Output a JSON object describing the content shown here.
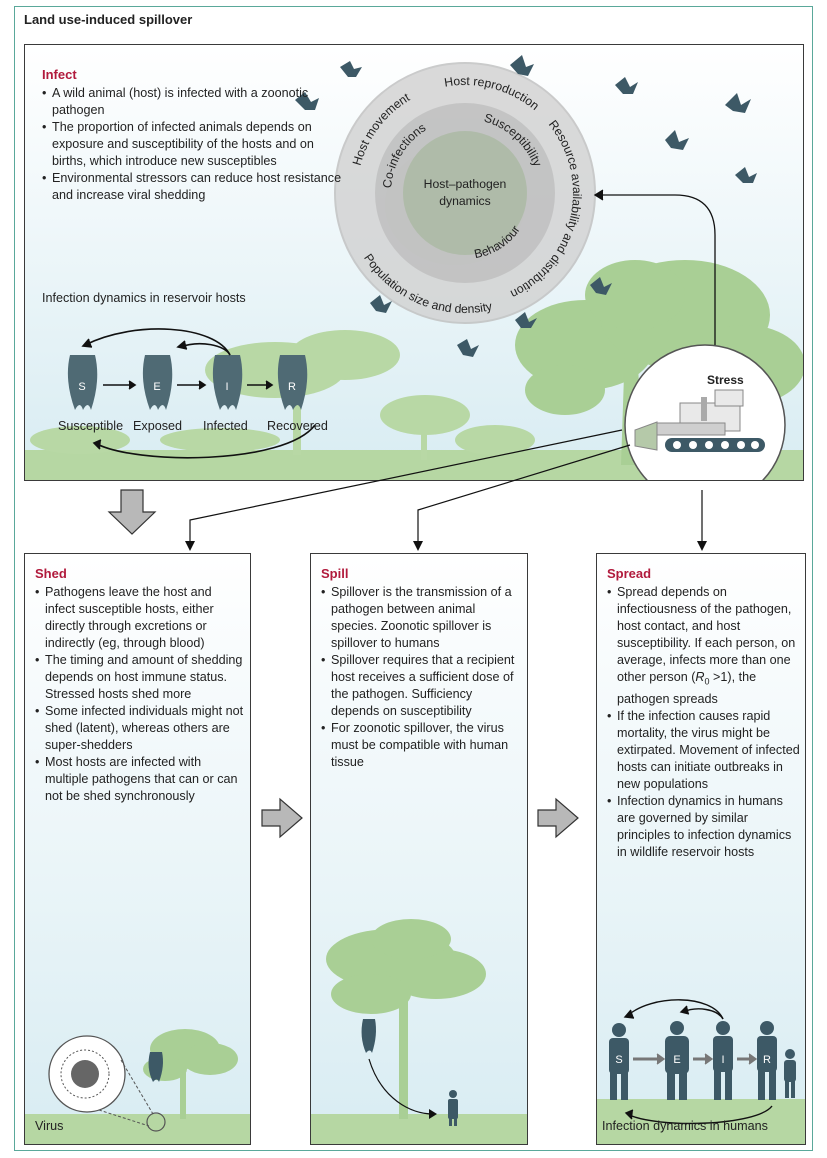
{
  "title": "Land use-induced spillover",
  "infect": {
    "title": "Infect",
    "bullets": [
      "A wild animal (host) is infected with a zoonotic pathogen",
      "The proportion of infected animals depends on exposure and susceptibility of the hosts and on births, which introduce new susceptibles",
      "Environmental stressors can reduce host resistance and increase viral shedding"
    ],
    "reservoir_title": "Infection dynamics in reservoir hosts",
    "seir_letters": [
      "S",
      "E",
      "I",
      "R"
    ],
    "seir_labels": [
      "Susceptible",
      "Exposed",
      "Infected",
      "Recovered"
    ]
  },
  "circle": {
    "outer_top": "Host reproduction",
    "outer_right": "Resource availability and distribution",
    "outer_bottom": "Population size and density",
    "outer_left": "Host movement",
    "inner_left": "Co-infections",
    "inner_right": "Susceptibility",
    "inner_bottom": "Behaviour",
    "center_line1": "Host–pathogen",
    "center_line2": "dynamics"
  },
  "stress_label": "Stress",
  "shed": {
    "title": "Shed",
    "bullets": [
      "Pathogens leave the host and infect susceptible hosts, either directly through excretions or indirectly (eg, through blood)",
      "The timing and amount of shedding depends on host immune status. Stressed hosts shed more",
      "Some infected individuals might not shed (latent), whereas others are super-shedders",
      "Most hosts are infected with multiple pathogens that can or can not be shed synchronously"
    ],
    "virus_label": "Virus"
  },
  "spill": {
    "title": "Spill",
    "bullets": [
      "Spillover is the transmission of a pathogen between animal species. Zoonotic spillover is spillover to humans",
      "Spillover requires that a recipient host receives a sufficient dose of the pathogen. Sufficiency depends on susceptibility",
      "For zoonotic spillover, the virus must be compatible with human tissue"
    ]
  },
  "spread": {
    "title": "Spread",
    "bullet1_part1": "Spread depends on infectiousness of the pathogen, host contact, and host susceptibility. If each person, on average, infects more than one other person (",
    "r0_symbol": "R",
    "r0_sub": "0",
    "bullet1_part2": " >1), the pathogen spreads",
    "bullets_rest": [
      "If the infection causes rapid mortality, the virus might be extirpated. Movement of infected hosts can initiate outbreaks in new populations",
      "Infection dynamics in humans are governed by similar principles to infection dynamics in wildlife reservoir hosts"
    ],
    "human_letters": [
      "S",
      "E",
      "I",
      "R"
    ],
    "footer_label": "Infection dynamics in humans"
  },
  "colors": {
    "frame": "#5aa89a",
    "heading": "#b11a3c",
    "tree": "#a9cf95",
    "silhouette": "#3d5966",
    "arrow_fill": "#b8b8b8"
  }
}
